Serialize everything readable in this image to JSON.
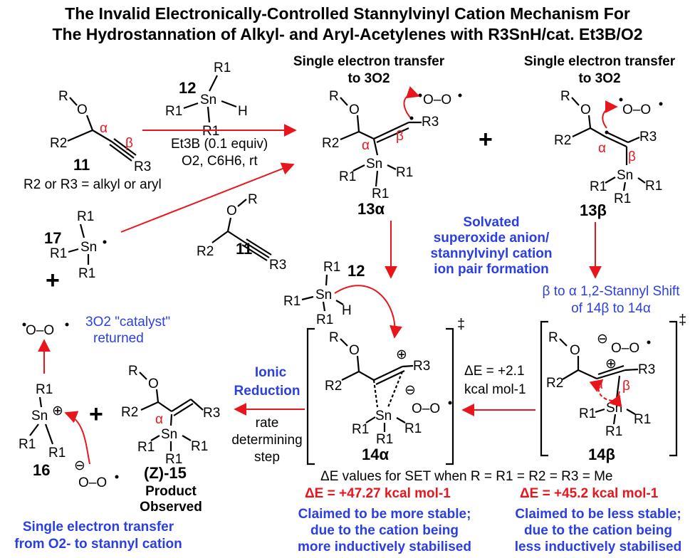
{
  "title_lines": [
    "The Invalid Electronically-Controlled Stannylvinyl Cation Mechanism For",
    "The Hydrostannation of Alkyl- and Aryl-Acetylenes with R3SnH/cat. Et3B/O2"
  ],
  "compounds": {
    "c11": "11",
    "c12": "12",
    "c13a": "13α",
    "c13b": "13β",
    "c14a": "14α",
    "c14b": "14β",
    "c15": "(Z)-15",
    "c16": "16",
    "c17": "17"
  },
  "atoms": {
    "O": "O",
    "Sn": "Sn",
    "H": "H",
    "R": "R",
    "R1": "R1",
    "R2": "R2",
    "R3": "R3",
    "alpha": "α",
    "beta": "β",
    "plus": "+",
    "minus": "⊖",
    "cplus": "⊕",
    "dagger": "‡",
    "oo": "O–O"
  },
  "texts": {
    "substituents": "R2 or R3 = alkyl or aryl",
    "cond1": "Et3B (0.1 equiv)",
    "cond2": "O2, C6H6, rt",
    "set_a_1": "Single electron transfer",
    "set_a_2": "to 3O2",
    "set_b_1": "Single electron transfer",
    "set_b_2": "to 3O2",
    "solv_1": "Solvated",
    "solv_2": "superoxide anion/",
    "solv_3": "stannylvinyl cation",
    "solv_4": "ion pair formation",
    "shift_1": "β to α 1,2-Stannyl Shift",
    "shift_2": "of 14β to 14α",
    "de_ts_1": "ΔE = +2.1",
    "de_ts_2": "kcal mol-1",
    "ionic_1": "Ionic",
    "ionic_2": "Reduction",
    "rds_1": "rate",
    "rds_2": "determining",
    "rds_3": "step",
    "catalyst_1": "3O2 \"catalyst\"",
    "catalyst_2": "returned",
    "product_1": "Product",
    "product_2": "Observed",
    "de_values": "ΔE values for SET when R = R1 = R2 = R3 = Me",
    "de_alpha": "ΔE = +47.27 kcal mol-1",
    "de_beta": "ΔE = +45.2 kcal mol-1",
    "claim_a_1": "Claimed to be more stable;",
    "claim_a_2": "due to the cation being",
    "claim_a_3": "more inductively stabilised",
    "claim_b_1": "Claimed to be less stable;",
    "claim_b_2": "due to the cation being",
    "claim_b_3": "less inductively stabilised",
    "set_final_1": "Single electron transfer",
    "set_final_2": "from O2- to stannyl cation"
  },
  "colors": {
    "red": "#e8161c",
    "blue": "#2b3fe0",
    "black": "#000000"
  }
}
